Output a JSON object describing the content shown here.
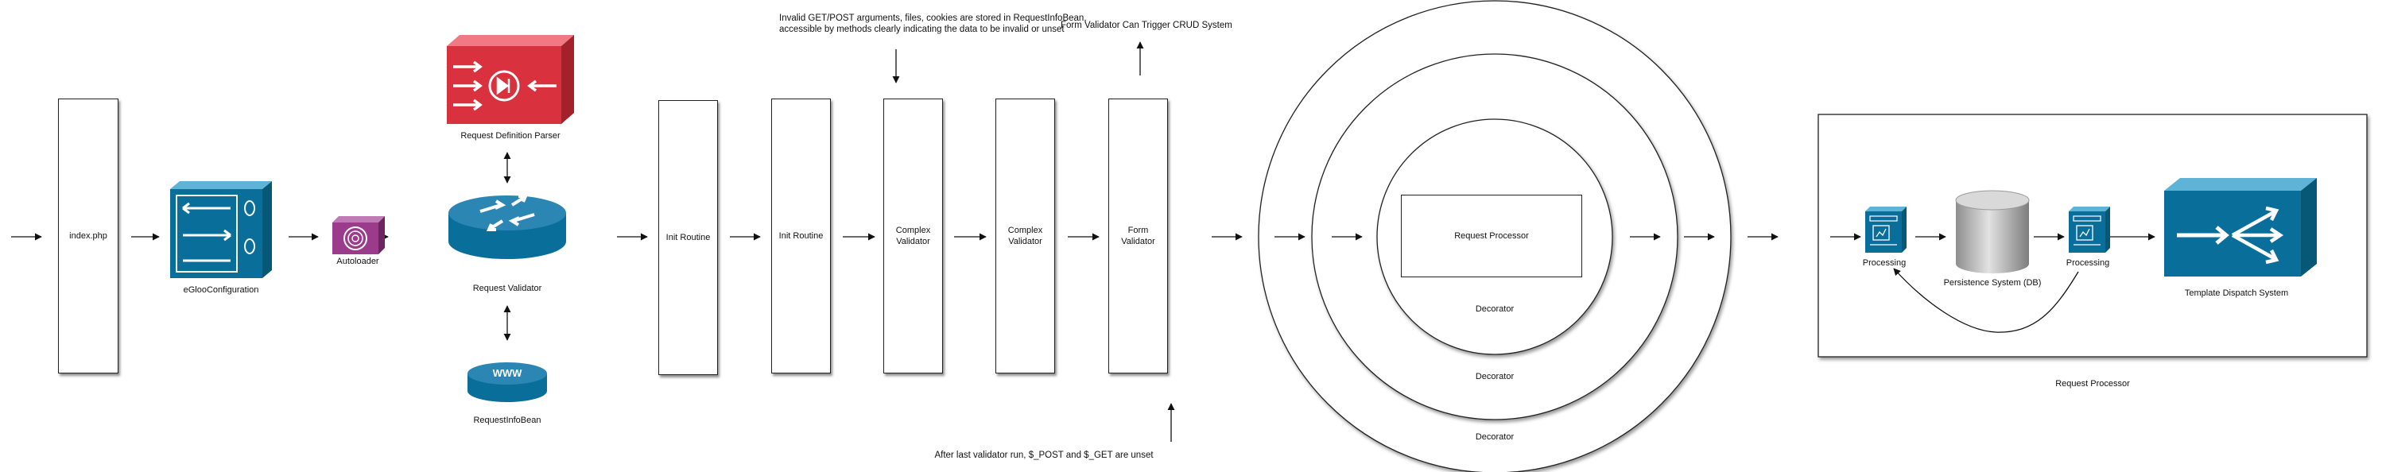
{
  "nodes": {
    "index": "index.php",
    "eglooConfiguration": "eGlooConfiguration",
    "autoloader": "Autoloader",
    "requestDefinitionParser": "Request Definition Parser",
    "requestValidator": "Request Validator",
    "requestInfoBean": "RequestInfoBean",
    "requestInfoBeanIcon": "WWW",
    "initRoutine1": "Init Routine",
    "initRoutine2": "Init Routine",
    "complexValidator1": "Complex Validator",
    "complexValidator2": "Complex Validator",
    "formValidator": "Form Validator",
    "requestProcessorInner": "Request Processor",
    "decoratorInner": "Decorator",
    "decoratorMiddle": "Decorator",
    "decoratorOuter": "Decorator",
    "processing1": "Processing",
    "persistenceSystem": "Persistence System (DB)",
    "processing2": "Processing",
    "templateDispatchSystem": "Template Dispatch System",
    "requestProcessorLabel": "Request Processor"
  },
  "notes": {
    "invalidArgsLine1": "Invalid GET/POST arguments, files, cookies are stored in RequestInfoBean,",
    "invalidArgsLine2": "accessible by methods clearly indicating the data to be invalid or unset",
    "formValidatorCrud": "Form Validator Can Trigger CRUD System",
    "afterLastValidator": "After last validator run, $_POST and $_GET are unset"
  },
  "colors": {
    "ciscoBlue": "#0a6e9b",
    "parserRed": "#d9313e",
    "autoloaderPurple": "#9b3b8c",
    "dbGray": "#b9b9b9"
  },
  "icons": {
    "eglooConfiguration": "configuration-appliance-icon",
    "autoloader": "autoloader-icon",
    "requestDefinitionParser": "parser-appliance-icon",
    "requestValidator": "router-icon",
    "requestInfoBean": "www-server-icon",
    "processing": "server-icon",
    "persistenceSystem": "database-cylinder-icon",
    "templateDispatchSystem": "switch-icon"
  }
}
